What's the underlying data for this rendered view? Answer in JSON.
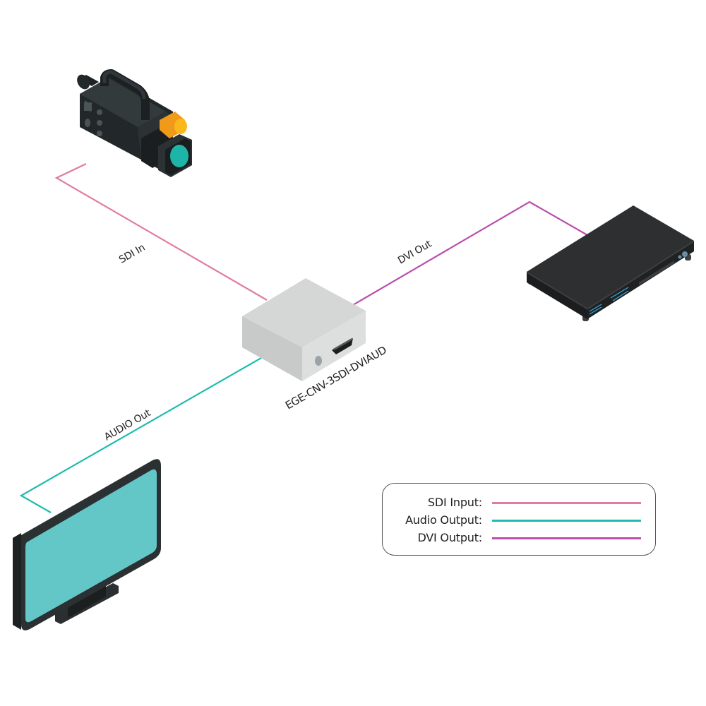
{
  "diagram": {
    "device_model": "EGE-CNV-3SDI-DVIAUD",
    "devices": {
      "source": "video-camera",
      "converter": "EGE-CNV-3SDI-DVIAUD",
      "dvi_sink": "media-player",
      "audio_sink": "display-monitor"
    },
    "connections": [
      {
        "id": "sdi",
        "label": "SDI In",
        "from": "video-camera",
        "to": "converter",
        "color": "#e07ba4"
      },
      {
        "id": "dvi",
        "label": "DVI Out",
        "from": "converter",
        "to": "media-player",
        "color": "#b94fab"
      },
      {
        "id": "audio",
        "label": "AUDIO Out",
        "from": "converter",
        "to": "display-monitor",
        "color": "#1ebbaf"
      }
    ]
  },
  "legend": {
    "items": [
      {
        "label": "SDI Input:",
        "color": "#e07ba4"
      },
      {
        "label": "Audio Output:",
        "color": "#1ebbaf"
      },
      {
        "label": "DVI Output:",
        "color": "#b94fab"
      }
    ]
  },
  "colors": {
    "device_dark": "#2b2f31",
    "screen": "#63c7c7",
    "lens": "#1cb5a8",
    "handle_accent": "#f4a81d",
    "converter_body": "#d3d4d4",
    "cable_blue": "#3aa6d8"
  }
}
